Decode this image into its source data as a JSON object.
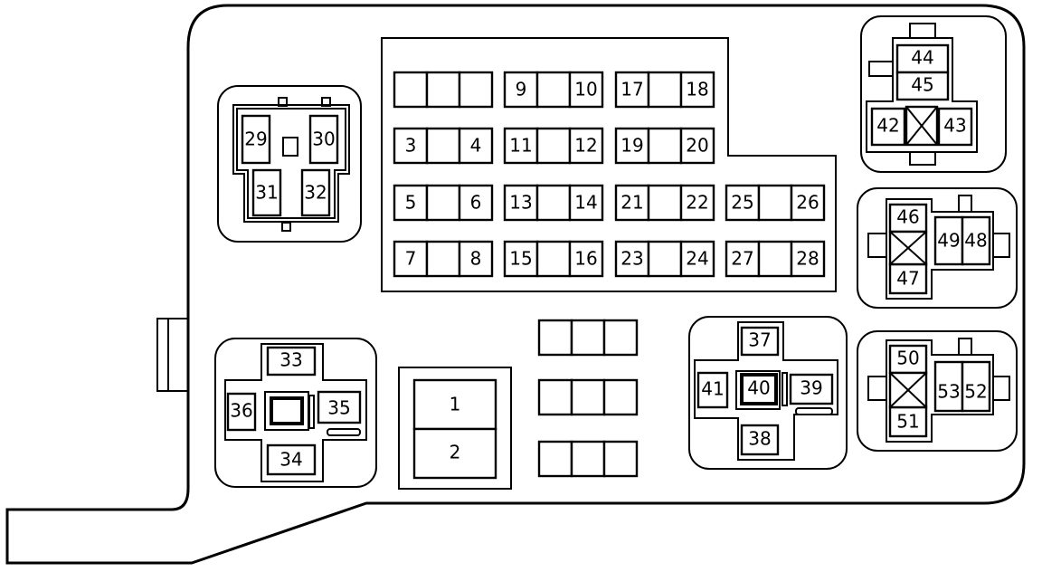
{
  "fuse_block": {
    "rows": [
      [
        {
          "left": "",
          "right": ""
        },
        {
          "left": "9",
          "right": "10"
        },
        {
          "left": "17",
          "right": "18"
        }
      ],
      [
        {
          "left": "3",
          "right": "4"
        },
        {
          "left": "11",
          "right": "12"
        },
        {
          "left": "19",
          "right": "20"
        }
      ],
      [
        {
          "left": "5",
          "right": "6"
        },
        {
          "left": "13",
          "right": "14"
        },
        {
          "left": "21",
          "right": "22"
        },
        {
          "left": "25",
          "right": "26"
        }
      ],
      [
        {
          "left": "7",
          "right": "8"
        },
        {
          "left": "15",
          "right": "16"
        },
        {
          "left": "23",
          "right": "24"
        },
        {
          "left": "27",
          "right": "28"
        }
      ]
    ]
  },
  "relay_top_left": {
    "labels": [
      "29",
      "30",
      "31",
      "32"
    ]
  },
  "relay_bottom_left": {
    "labels": [
      "33",
      "36",
      "35",
      "34"
    ]
  },
  "main_fuse": {
    "labels": [
      "1",
      "2"
    ]
  },
  "relay_center_right": {
    "labels": [
      "37",
      "41",
      "40",
      "39",
      "38"
    ]
  },
  "relay_top_right": {
    "labels": [
      "44",
      "45",
      "42",
      "43"
    ]
  },
  "relay_mid_right": {
    "labels": [
      "46",
      "47",
      "49",
      "48"
    ]
  },
  "relay_bottom_right": {
    "labels": [
      "50",
      "51",
      "53",
      "52"
    ]
  }
}
